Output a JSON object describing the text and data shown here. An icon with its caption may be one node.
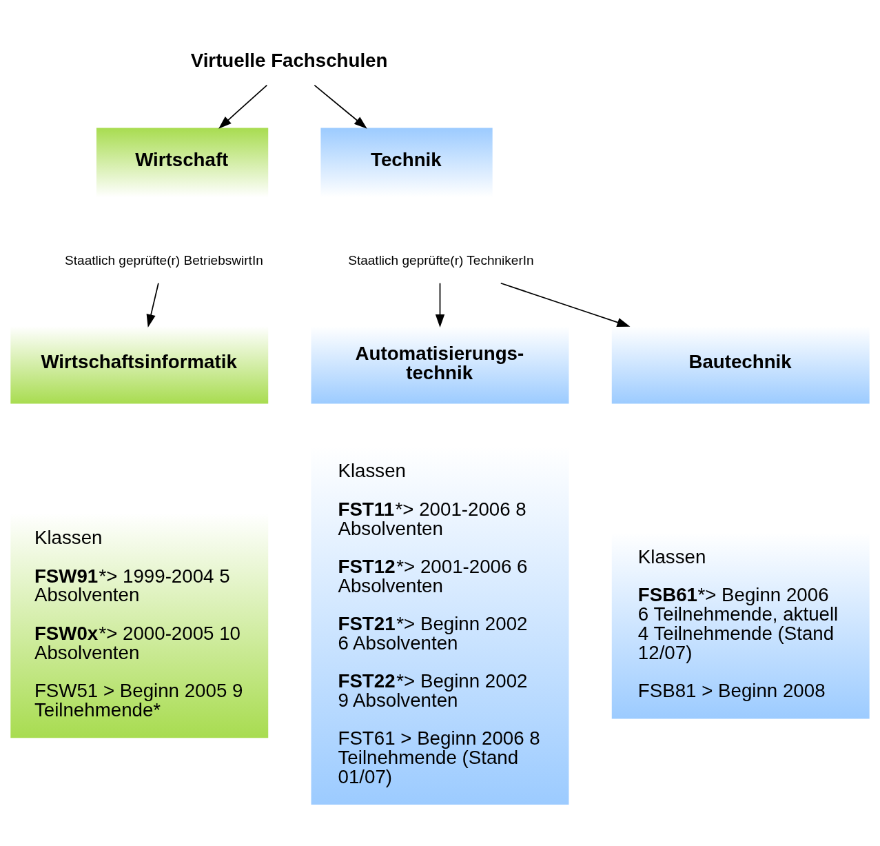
{
  "diagram": {
    "nodes": [
      {
        "text": [
          "Virtuelle Fachschulen"
        ]
      },
      {
        "text": [
          "Wirtschaft"
        ]
      },
      {
        "text": [
          "Staatlich geprüfte(r) BetriebswirtIn"
        ]
      },
      {
        "text": [
          "Technik"
        ]
      },
      {
        "text": [
          "Staatlich geprüfte(r) TechnikerIn"
        ]
      },
      {
        "text": [
          "Wirtschaftsinformatik"
        ]
      },
      {
        "text": [
          "Automatisierungs- technik"
        ]
      },
      {
        "text": [
          "Bautechnik"
        ]
      },
      {
        "text": [
          "Klassen",
          "**FSW91***> 1999-2004 5 Absolventen",
          "**FSW0x***> 2000-2005 10 Absolventen",
          "FSW51 > Beginn 2005 9 Teilnehmende*"
        ]
      },
      {
        "text": [
          "Klassen",
          "**FST11***> 2001-2006 8 Absolventen",
          "**FST12***> 2001-2006 6 Absolventen",
          "**FST21***> Beginn 2002 6 Absolventen",
          "**FST22***> Beginn 2002 9 Absolventen",
          "FST61 > Beginn 2006 8 Teilnehmende (Stand 01/07)"
        ]
      },
      {
        "text": [
          "Klassen",
          "**FSB61***> Beginn 2006 6 Teilnehmende, aktuell 4 Teilnehmende (Stand 12/07)",
          "FSB81 > Beginn 2008"
        ]
      }
    ],
    "edges": [
      {
        "from": 0,
        "to": 1,
        "arrow": "to"
      },
      {
        "from": 0,
        "to": 3,
        "arrow": "to"
      },
      {
        "from": 2,
        "to": 5,
        "arrow": "to"
      },
      {
        "from": 4,
        "to": 6,
        "arrow": "to"
      },
      {
        "from": 4,
        "to": 7,
        "arrow": "to"
      }
    ]
  }
}
